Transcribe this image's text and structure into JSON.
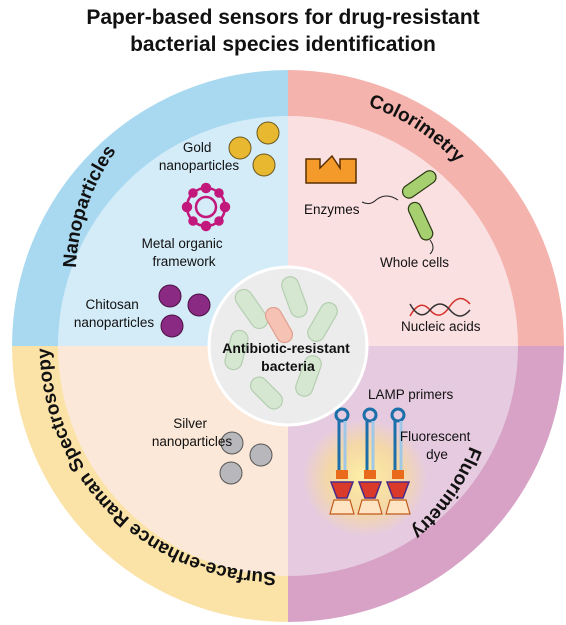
{
  "title": {
    "line1": "Paper-based sensors for drug-resistant",
    "line2": "bacterial species identification"
  },
  "segments": {
    "nanoparticles": "Nanoparticles",
    "colorimetry": "Colorimetry",
    "fluorimetry": "Fluorimetry",
    "sers": "Surface-enhance Raman Spectroscopy"
  },
  "labels": {
    "gold": [
      "Gold",
      "nanoparticles"
    ],
    "mof": [
      "Metal organic",
      "framework"
    ],
    "chitosan": [
      "Chitosan",
      "nanoparticles"
    ],
    "enzymes": "Enzymes",
    "whole_cells": "Whole cells",
    "nucleic_acids": "Nucleic acids",
    "silver": [
      "Silver",
      "nanoparticles"
    ],
    "lamp": "LAMP primers",
    "fluorescent": [
      "Fluorescent",
      "dye"
    ]
  },
  "center": [
    "Antibiotic-resistant",
    "bacteria"
  ],
  "colors": {
    "nanoparticles_outer": "#a9d9f0",
    "nanoparticles_inner": "#d4ecf8",
    "colorimetry_outer": "#f4b3ad",
    "colorimetry_inner": "#fbe0e2",
    "fluorimetry_outer": "#d7a2c6",
    "fluorimetry_inner": "#e6cbe0",
    "sers_outer": "#fbe3a8",
    "sers_inner": "#fce8d8",
    "gold": "#e8b830",
    "chitosan": "#8a2a82",
    "silver": "#b8b8bc",
    "enzyme": "#f39a2a",
    "cell": "#a6cf6f"
  }
}
